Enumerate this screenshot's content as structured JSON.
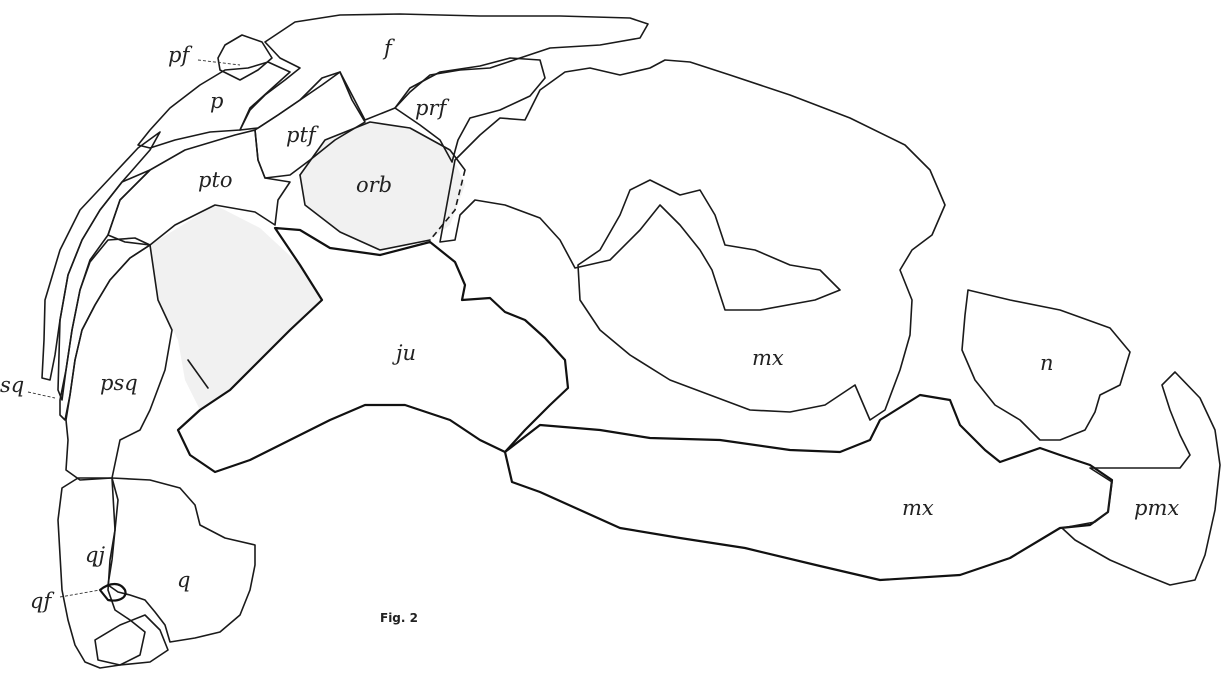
{
  "figure_label": "Fig. 2",
  "labels": {
    "pf": "pf",
    "f": "f",
    "p": "p",
    "prf": "prf",
    "ptf": "ptf",
    "pto": "pto",
    "orb": "orb",
    "ju": "ju",
    "mx_upper": "mx",
    "mx_lower": "mx",
    "n": "n",
    "sq": "sq",
    "psq": "psq",
    "qj": "qj",
    "q": "q",
    "qf": "qf",
    "pmx": "pmx"
  }
}
